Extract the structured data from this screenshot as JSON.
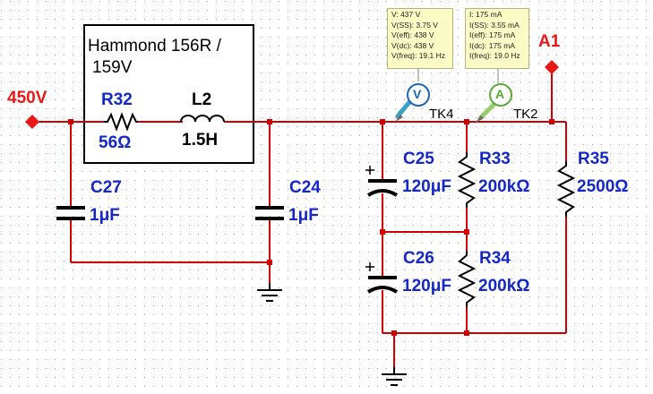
{
  "title_box": {
    "line1": "Hammond 156R /",
    "line2": "159V"
  },
  "sources": {
    "input_voltage": "450V"
  },
  "probe_labels": {
    "a1": "A1",
    "tk4": "TK4",
    "tk2": "TK2",
    "voltmeter_glyph": "V",
    "ammeter_glyph": "A"
  },
  "components": {
    "R32": {
      "ref": "R32",
      "value": "56Ω"
    },
    "L2": {
      "ref": "L2",
      "value": "1.5H"
    },
    "C27": {
      "ref": "C27",
      "value": "1μF"
    },
    "C24": {
      "ref": "C24",
      "value": "1μF"
    },
    "C25": {
      "ref": "C25",
      "value": "120μF"
    },
    "C26": {
      "ref": "C26",
      "value": "120μF"
    },
    "R33": {
      "ref": "R33",
      "value": "200kΩ"
    },
    "R34": {
      "ref": "R34",
      "value": "200kΩ"
    },
    "R35": {
      "ref": "R35",
      "value": "2500Ω"
    }
  },
  "voltage_probe": [
    "V: 437 V",
    "V(SS): 3.75 V",
    "V(eff): 438 V",
    "V(dc): 438 V",
    "V(freq): 19.1 Hz"
  ],
  "current_probe": [
    "I: 175 mA",
    "I(SS): 3.55 mA",
    "I(eff): 175 mA",
    "I(dc): 175 mA",
    "I(freq): 19.0 Hz"
  ],
  "colors": {
    "wire": "#d00000",
    "component": "#000000",
    "ref_label": "#1428c8",
    "net_label": "#e81818",
    "probe_bg": "#fbfbc6",
    "grid_dot": "#a0a0a0"
  }
}
